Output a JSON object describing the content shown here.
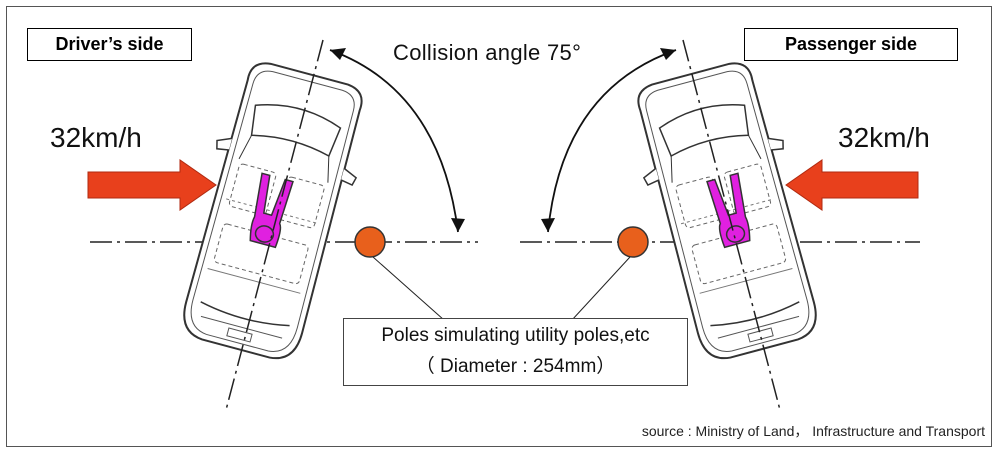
{
  "labels": {
    "driver_side": "Driver’s side",
    "passenger_side": "Passenger side",
    "speed_left": "32km/h",
    "speed_right": "32km/h",
    "collision_angle": "Collision angle 75°",
    "pole_line1": "Poles simulating utility poles,etc",
    "pole_line2": "（ Diameter : 254mm）",
    "source": "source : Ministry of Land， Infrastructure  and Transport"
  },
  "colors": {
    "arrow": "#e8401c",
    "pole": "#e8601c",
    "dummy": "#e020e0",
    "line": "#222222"
  }
}
